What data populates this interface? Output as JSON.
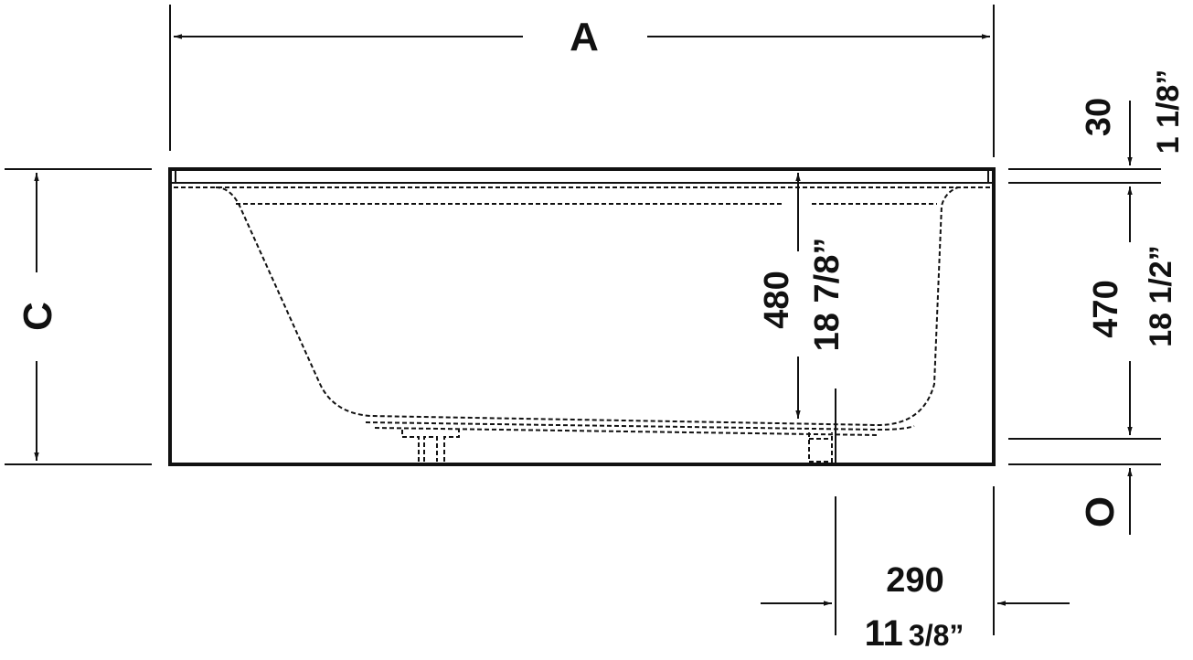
{
  "dimensions": {
    "width_label": "A",
    "height_label": "C",
    "rim_top": {
      "mm": "30",
      "inch": "1 1/8”"
    },
    "inner_depth": {
      "mm": "480",
      "inch": "18 7/8”"
    },
    "rim_depth": {
      "mm": "470",
      "inch": "18 1/2”"
    },
    "floor_gap": {
      "mm": "O"
    },
    "drain_offset": {
      "mm": "290",
      "inch_whole": "11",
      "inch_frac": "3/8”"
    }
  }
}
